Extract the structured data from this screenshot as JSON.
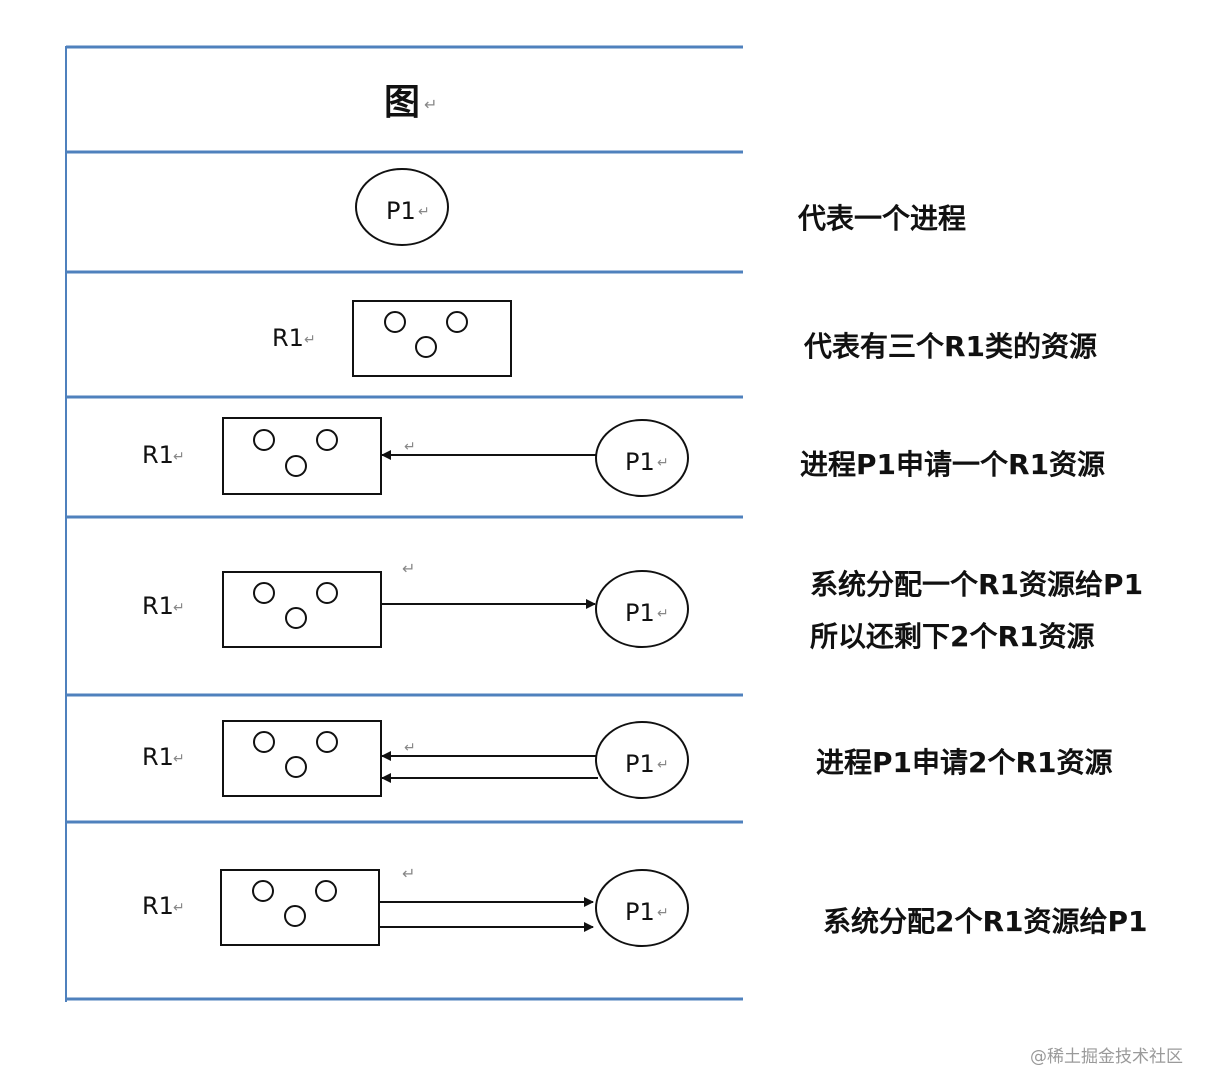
{
  "header": {
    "title": "图"
  },
  "symbols": {
    "process_label": "P1",
    "resource_label": "R1"
  },
  "rows": [
    {
      "description": [
        "代表一个进程"
      ]
    },
    {
      "description": [
        "代表有三个R1类的资源"
      ]
    },
    {
      "description": [
        "进程P1申请一个R1资源"
      ]
    },
    {
      "description": [
        "系统分配一个R1资源给P1",
        "所以还剩下2个R1资源"
      ]
    },
    {
      "description": [
        "进程P1申请2个R1资源"
      ]
    },
    {
      "description": [
        "系统分配2个R1资源给P1"
      ]
    }
  ],
  "watermark": "@稀土掘金技术社区",
  "colors": {
    "rule": "#4f81bd",
    "stroke": "#111111",
    "return_mark": "#888888"
  }
}
